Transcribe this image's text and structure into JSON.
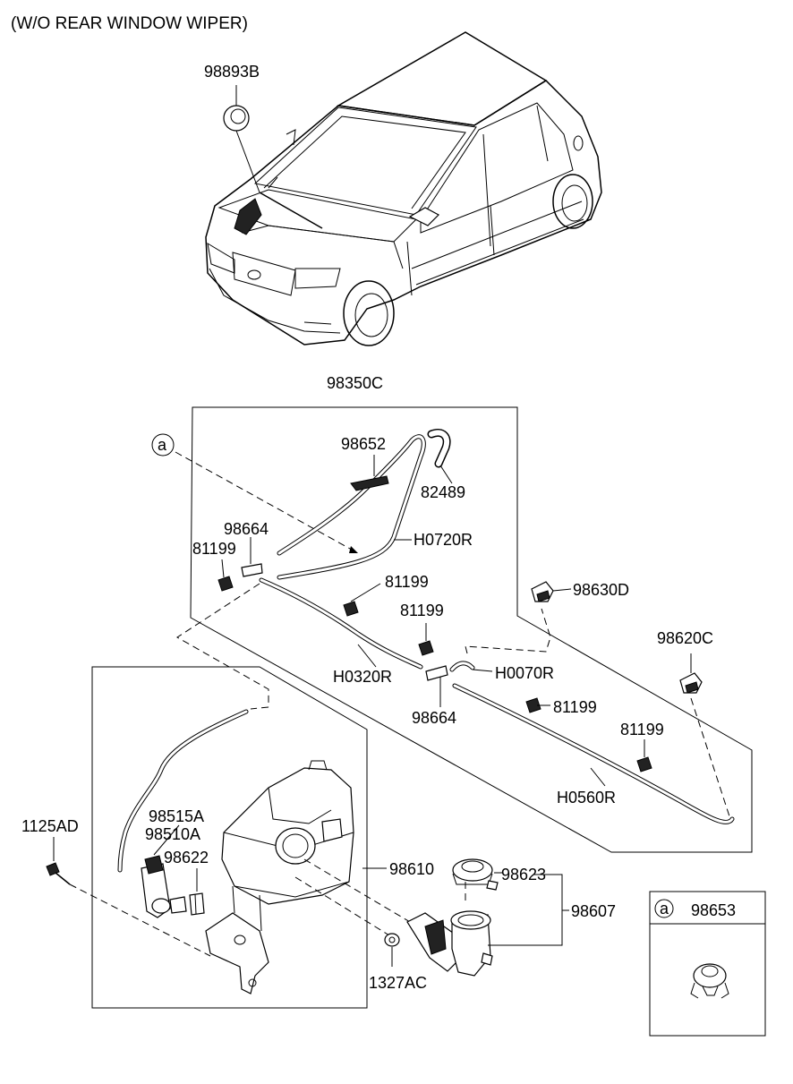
{
  "title": "(W/O REAR WINDOW WIPER)",
  "labels": {
    "p98893B": "98893B",
    "p98350C": "98350C",
    "p98652": "98652",
    "p82489": "82489",
    "p98664_top": "98664",
    "p81199_a": "81199",
    "pH0720R": "H0720R",
    "p81199_b": "81199",
    "p81199_c": "81199",
    "p98630D": "98630D",
    "p98620C": "98620C",
    "pH0320R": "H0320R",
    "pH0070R": "H0070R",
    "p98664_bot": "98664",
    "p81199_d": "81199",
    "p81199_e": "81199",
    "pH0560R": "H0560R",
    "p98515A": "98515A",
    "p98510A": "98510A",
    "p1125AD": "1125AD",
    "p98622": "98622",
    "p98610": "98610",
    "p98623": "98623",
    "p98607": "98607",
    "p1327AC": "1327AC",
    "p98653": "98653",
    "ref_a_main": "a",
    "ref_a_box": "a"
  }
}
